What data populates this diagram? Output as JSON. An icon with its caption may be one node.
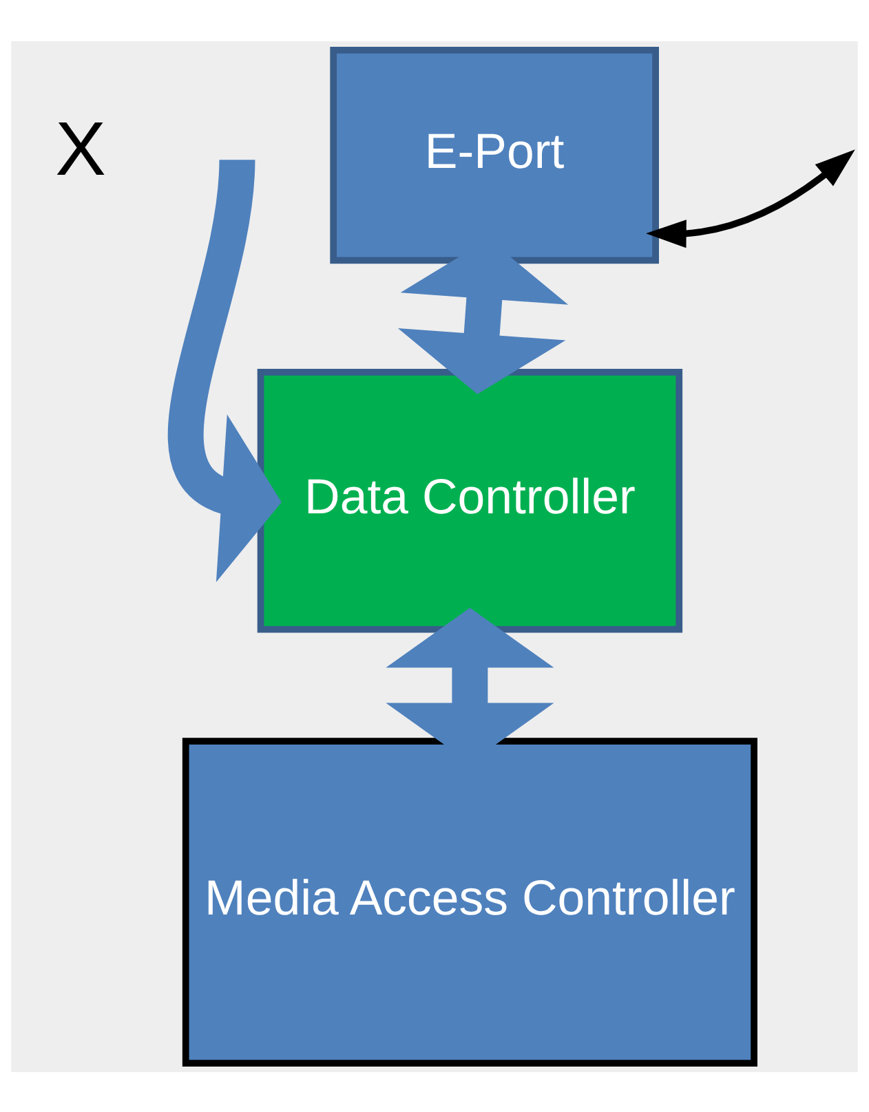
{
  "diagram": {
    "nodes": [
      {
        "text": [
          "E-Port"
        ]
      },
      {
        "text": [
          "Data Controller"
        ]
      },
      {
        "text": [
          "Media Access Controller"
        ]
      }
    ],
    "edges": [
      {
        "from": 0,
        "to": null,
        "arrow": "both",
        "color": "#000000"
      },
      {
        "from": 0,
        "to": 1,
        "arrow": "both"
      },
      {
        "from": null,
        "to": 1,
        "arrow": "to"
      },
      {
        "from": 1,
        "to": 2,
        "arrow": "both"
      }
    ],
    "labels": [
      "X"
    ]
  }
}
